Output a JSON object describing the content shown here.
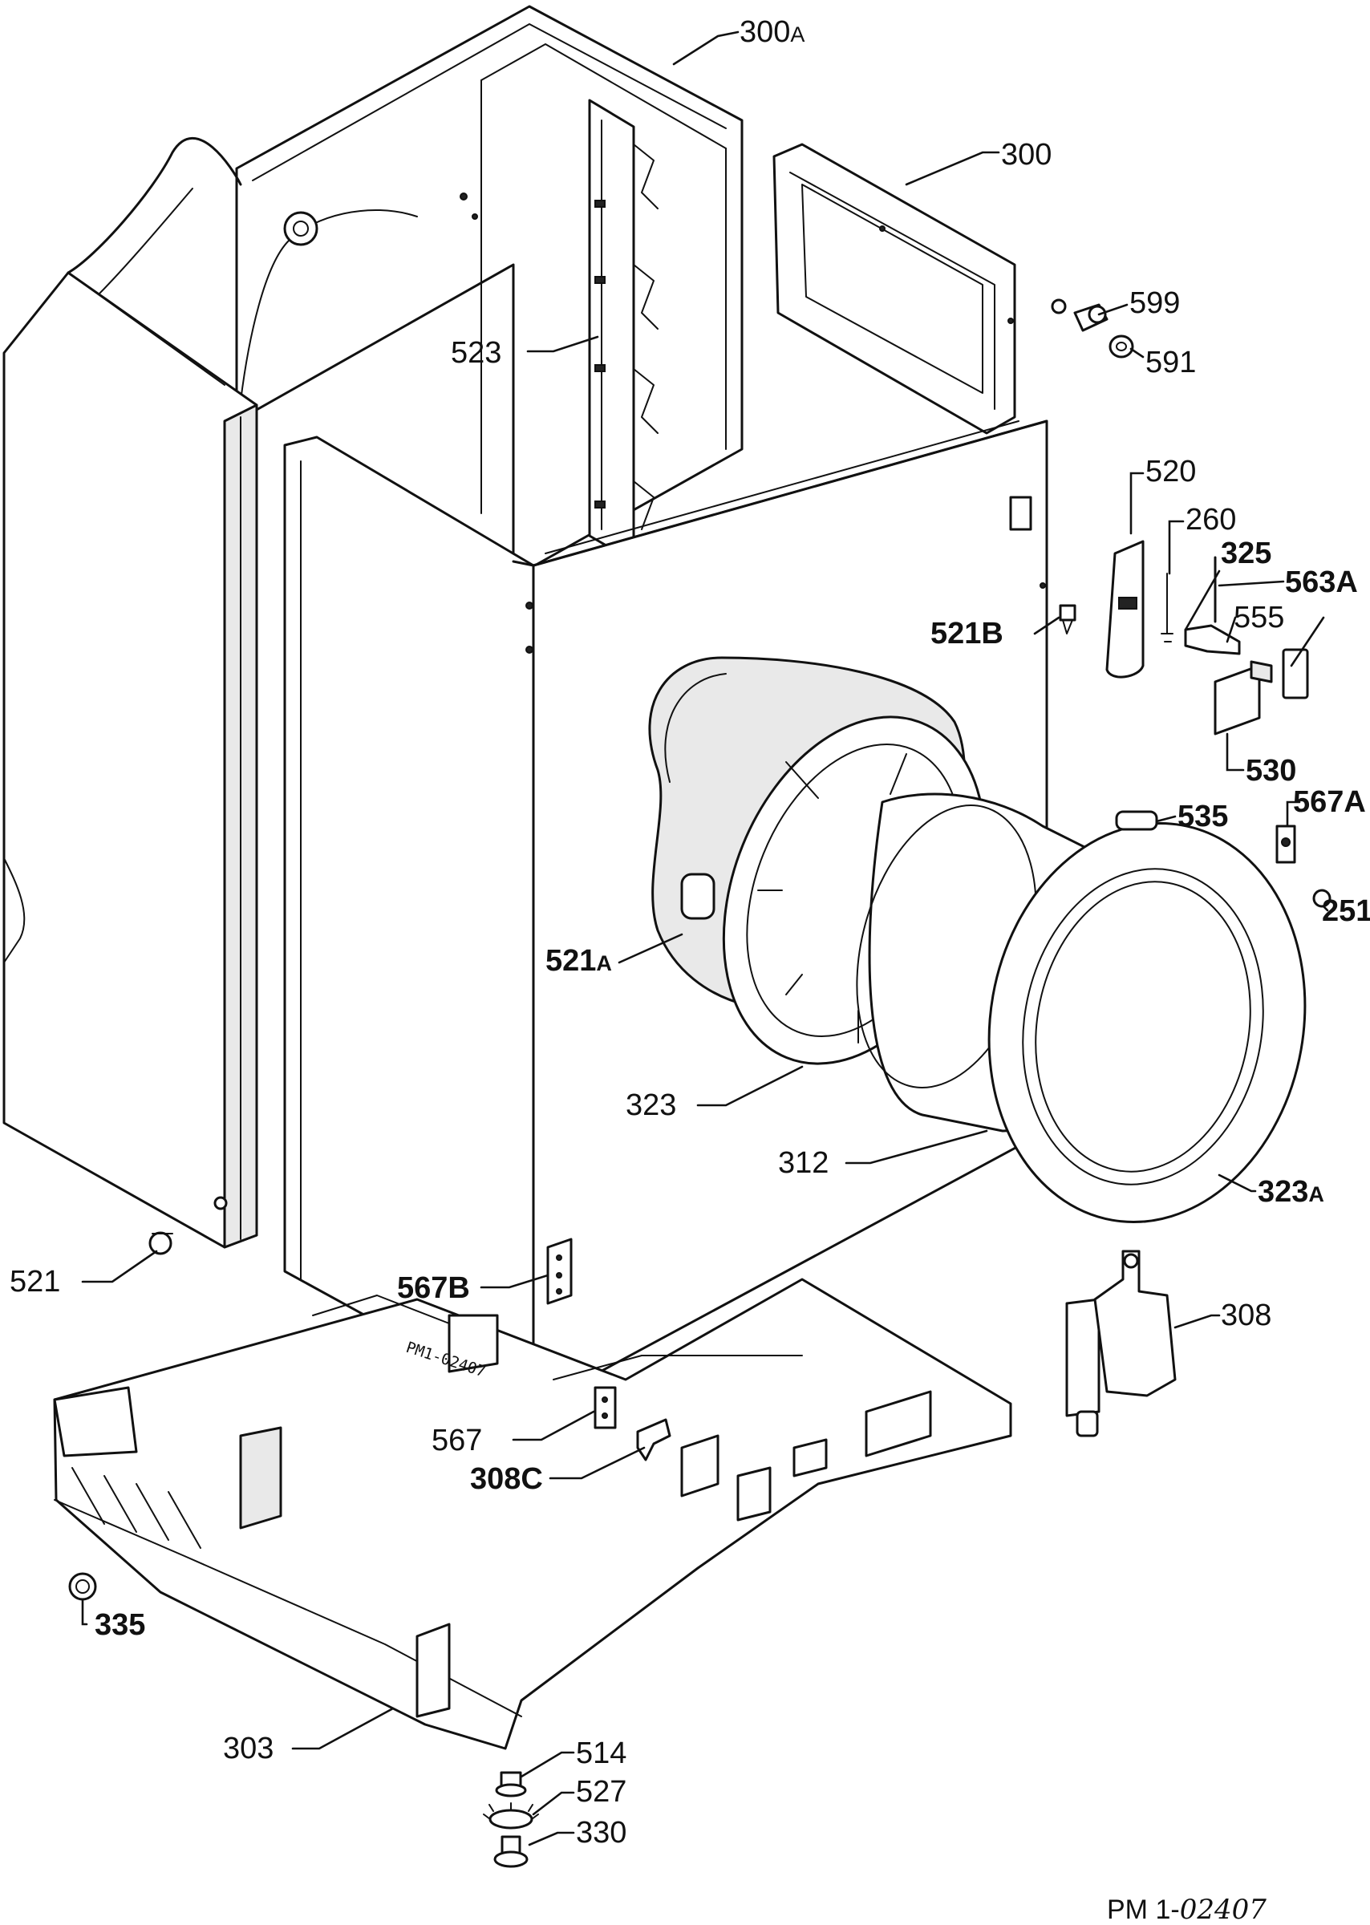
{
  "labels": [
    {
      "id": "300A",
      "text": "300",
      "suffix": "A",
      "bold": false
    },
    {
      "id": "300",
      "text": "300",
      "suffix": "",
      "bold": false
    },
    {
      "id": "599",
      "text": "599",
      "suffix": "",
      "bold": false
    },
    {
      "id": "591",
      "text": "591",
      "suffix": "",
      "bold": false
    },
    {
      "id": "523",
      "text": "523",
      "suffix": "",
      "bold": false
    },
    {
      "id": "520",
      "text": "520",
      "suffix": "",
      "bold": false
    },
    {
      "id": "260",
      "text": "260",
      "suffix": "",
      "bold": false
    },
    {
      "id": "325",
      "text": "325",
      "suffix": "",
      "bold": true
    },
    {
      "id": "563A",
      "text": "563A",
      "suffix": "",
      "bold": true
    },
    {
      "id": "555",
      "text": "555",
      "suffix": "",
      "bold": false
    },
    {
      "id": "521B",
      "text": "521B",
      "suffix": "",
      "bold": true
    },
    {
      "id": "530",
      "text": "530",
      "suffix": "",
      "bold": true
    },
    {
      "id": "535",
      "text": "535",
      "suffix": "",
      "bold": true
    },
    {
      "id": "567A",
      "text": "567A",
      "suffix": "",
      "bold": true
    },
    {
      "id": "251",
      "text": "251",
      "suffix": "",
      "bold": true
    },
    {
      "id": "521A",
      "text": "521",
      "suffix": "A",
      "bold": true
    },
    {
      "id": "323",
      "text": "323",
      "suffix": "",
      "bold": false
    },
    {
      "id": "312",
      "text": "312",
      "suffix": "",
      "bold": false
    },
    {
      "id": "323A",
      "text": "323",
      "suffix": "A",
      "bold": true
    },
    {
      "id": "521",
      "text": "521",
      "suffix": "",
      "bold": false
    },
    {
      "id": "567B",
      "text": "567B",
      "suffix": "",
      "bold": true
    },
    {
      "id": "308",
      "text": "308",
      "suffix": "",
      "bold": false
    },
    {
      "id": "567",
      "text": "567",
      "suffix": "",
      "bold": false
    },
    {
      "id": "308C",
      "text": "308C",
      "suffix": "",
      "bold": true
    },
    {
      "id": "335",
      "text": "335",
      "suffix": "",
      "bold": true
    },
    {
      "id": "303",
      "text": "303",
      "suffix": "",
      "bold": false
    },
    {
      "id": "514",
      "text": "514",
      "suffix": "",
      "bold": false
    },
    {
      "id": "527",
      "text": "527",
      "suffix": "",
      "bold": false
    },
    {
      "id": "330",
      "text": "330",
      "suffix": "",
      "bold": false
    }
  ],
  "stamp": "PM1-02407",
  "reference": {
    "printed": "PM 1-",
    "handwritten": "02407"
  }
}
